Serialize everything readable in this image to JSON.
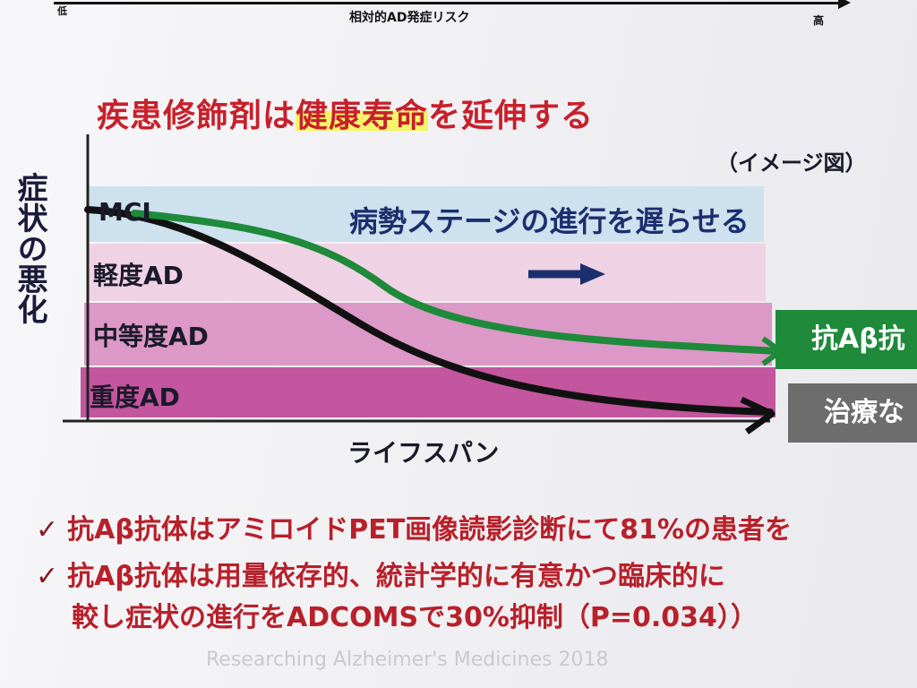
{
  "risk_axis": {
    "title": "相対的AD発症リスク",
    "low": "低",
    "high": "高"
  },
  "title": {
    "plain": "疾患修飾剤は",
    "highlight": "健康寿命",
    "rest": "を延伸する"
  },
  "image_label": "（イメージ図）",
  "ylabel": "症状の悪化",
  "xlabel": "ライフスパン",
  "stage_text": "病勢ステージの進行を遅らせる",
  "bands": [
    {
      "label": "MCI",
      "color": "#cde1ee"
    },
    {
      "label": "軽度AD",
      "color": "#efd2e4"
    },
    {
      "label": "中等度AD",
      "color": "#dc98c7"
    },
    {
      "label": "重度AD",
      "color": "#c4559f"
    }
  ],
  "tags": {
    "green": "抗Aβ抗",
    "gray": "治療な"
  },
  "bullets": [
    {
      "check": "✓",
      "text": "抗Aβ抗体はアミロイドPET画像読影診断にて81%の患者を"
    },
    {
      "check": "✓",
      "text": "抗Aβ抗体は用量依存的、統計学的に有意かつ臨床的に"
    },
    {
      "check": "",
      "text": "較し症状の進行をADCOMSで30%抑制（P=0.034））"
    }
  ],
  "ghost_text": "Researching Alzheimer's Medicines 2018",
  "colors": {
    "title_red": "#c8202b",
    "green_line": "#1e8a3a",
    "black_line": "#111111",
    "navy": "#1b2f6e"
  },
  "icons": {
    "check": "checkmark-icon",
    "arrow": "right-arrow-icon"
  }
}
